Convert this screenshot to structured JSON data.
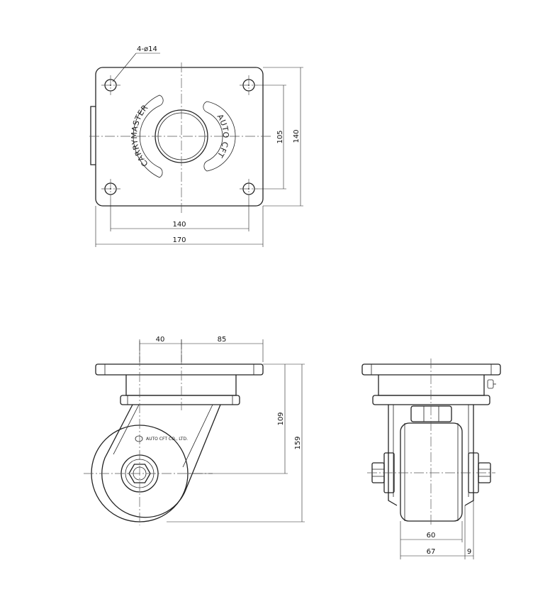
{
  "top_view": {
    "hole_callout": "4-ø14",
    "hole_pitch_horizontal": "140",
    "plate_width": "170",
    "hole_pitch_vertical": "105",
    "plate_depth": "140",
    "logo_left": "CARRYMASTER",
    "logo_right": "AUTO CFT"
  },
  "side_view": {
    "offset": "40",
    "offset_85": "85",
    "height_axle": "109",
    "total_height": "159",
    "maker_mark": "AUTO CFT CO., LTD."
  },
  "front_view": {
    "wheel_width": "60",
    "frame_width": "67",
    "plate_thickness": "9"
  }
}
